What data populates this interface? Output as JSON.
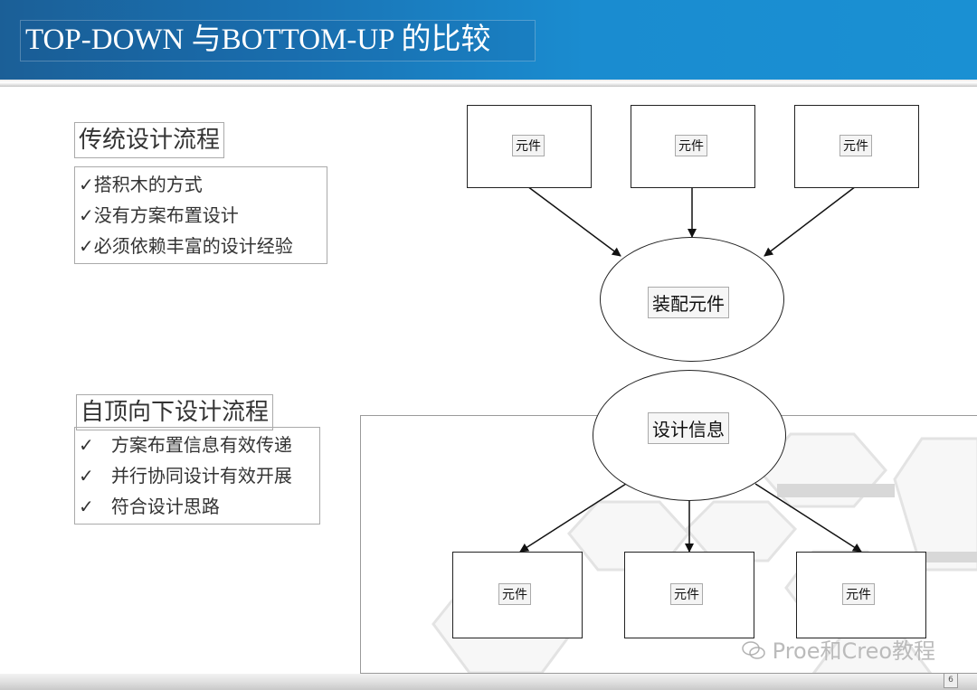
{
  "slide": {
    "title": "TOP-DOWN 与BOTTOM-UP 的比较",
    "page_number": "6",
    "header_color": "#1a8cd0"
  },
  "left": {
    "traditional": {
      "heading": "传统设计流程",
      "items": [
        "✓搭积木的方式",
        "✓没有方案布置设计",
        "✓必须依赖丰富的设计经验"
      ]
    },
    "topdown": {
      "heading": "自顶向下设计流程",
      "items": [
        "✓   方案布置信息有效传递",
        "✓   并行协同设计有效开展",
        "✓   符合设计思路"
      ]
    }
  },
  "diagram": {
    "bottom_up": {
      "components": [
        "元件",
        "元件",
        "元件"
      ],
      "assembly": "装配元件"
    },
    "top_down": {
      "design_info": "设计信息",
      "components": [
        "元件",
        "元件",
        "元件"
      ]
    }
  },
  "watermark": {
    "icon": "wechat-icon",
    "text": "Proe和Creo教程"
  }
}
